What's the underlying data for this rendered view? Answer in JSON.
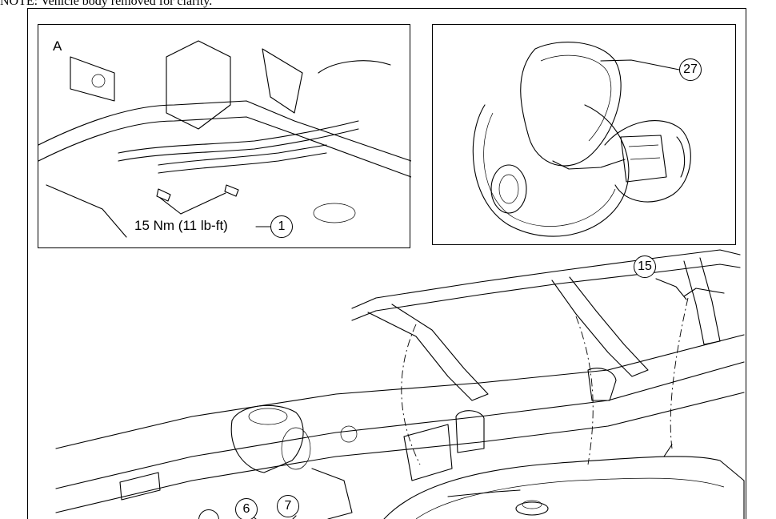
{
  "note": "NOTE: Vehicle body removed for clarity.",
  "panel_a": {
    "view_label": "A",
    "torque_spec": "15 Nm (11 lb-ft)",
    "callout": "1"
  },
  "panel_b": {
    "callout": "27"
  },
  "main_view": {
    "callouts": [
      "15",
      "6",
      "7"
    ]
  }
}
